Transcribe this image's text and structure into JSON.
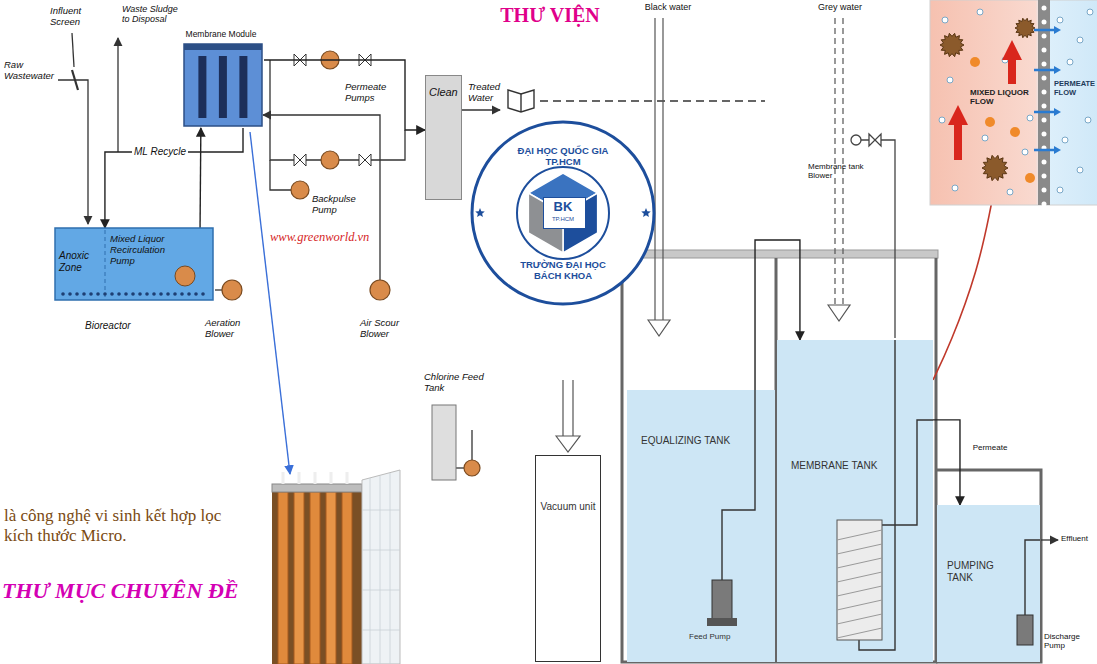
{
  "diagram": {
    "title": "THƯ VIỆN",
    "nodes": [
      {
        "text": [
          "Membrane Module"
        ]
      },
      {
        "text": [
          "Clean"
        ]
      },
      {
        "text": [
          "ĐẠI HỌC QUỐC GIA TP.HCM",
          "TRƯỜNG ĐẠI HỌC BÁCH KHOA"
        ]
      },
      {
        "text": [
          "BK",
          "TP.HCM"
        ],
        "in": 2
      },
      {
        "text": [
          "MIXED LIQUOR FLOW",
          "PERMEATE FLOW"
        ]
      },
      {
        "text": [
          "Anoxic Zone",
          "Mixed Liquor Recirculation Pump",
          "Bioreactor"
        ]
      },
      {
        "text": [
          "EQUALIZING TANK",
          "Feed Pump"
        ]
      },
      {
        "text": [
          "MEMBRANE TANK"
        ]
      },
      {
        "text": [
          "Vacuum unit"
        ]
      },
      {
        "text": [
          "PUMPING TANK"
        ]
      }
    ],
    "edges": [
      {
        "from": 5,
        "to": 0,
        "arrow": "to"
      },
      {
        "from": 0,
        "to": 5,
        "label": "ML Recycle",
        "arrow": "to"
      },
      {
        "from": 0,
        "to": 1,
        "arrow": "to"
      },
      {
        "from": 6,
        "to": 7,
        "arrow": "to"
      },
      {
        "from": 7,
        "to": 9,
        "label": "Permeate",
        "arrow": "to"
      },
      {
        "from": 4,
        "to": 7,
        "arrow": "none"
      }
    ],
    "labels": [
      "Influent Screen",
      "Waste Sludge to Disposal",
      "Raw Wastewater",
      "Permeate Pumps",
      "Treated Water",
      "Black water",
      "Grey water",
      "Membrane tank Blower",
      "www.greenworld.vn",
      "Backpulse Pump",
      "Aeration Blower",
      "Air Scour Blower",
      "Chlorine Feed Tank",
      "Discharge Pump",
      "Effluent",
      "là công nghệ vi sinh kết hợp lọc kích thước Micro.",
      "THƯ MỤC CHUYÊN ĐỀ"
    ]
  }
}
